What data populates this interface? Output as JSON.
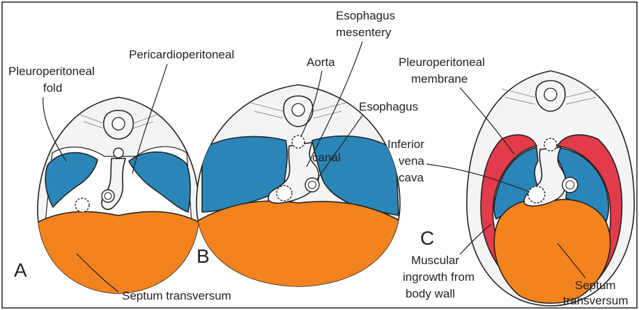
{
  "colors": {
    "pleural_cavity": "#2a86b8",
    "septum_transversum": "#f3831e",
    "membrane": "#e23b49",
    "wall_fill": "#f4f4f4",
    "line": "#222222"
  },
  "panels": {
    "a": {
      "letter": "A"
    },
    "b": {
      "letter": "B"
    },
    "c": {
      "letter": "C"
    }
  },
  "labels": {
    "pleuroperitoneal_fold": [
      "Pleuroperitoneal",
      "fold"
    ],
    "pericardioperitoneal": "Pericardioperitoneal",
    "canal": "canal",
    "septum_transversum_a": "Septum transversum",
    "aorta": "Aorta",
    "esophagus_mesentery": [
      "Esophagus",
      "mesentery"
    ],
    "esophagus": "Esophagus",
    "inferior_vena_cava": [
      "Inferior",
      "vena",
      "cava"
    ],
    "pleuroperitoneal_membrane": [
      "Pleuroperitoneal",
      "membrane"
    ],
    "muscular_ingrowth": [
      "Muscular",
      "ingrowth from",
      "body wall"
    ],
    "septum_transversum_c": [
      "Septum",
      "transversum"
    ]
  }
}
